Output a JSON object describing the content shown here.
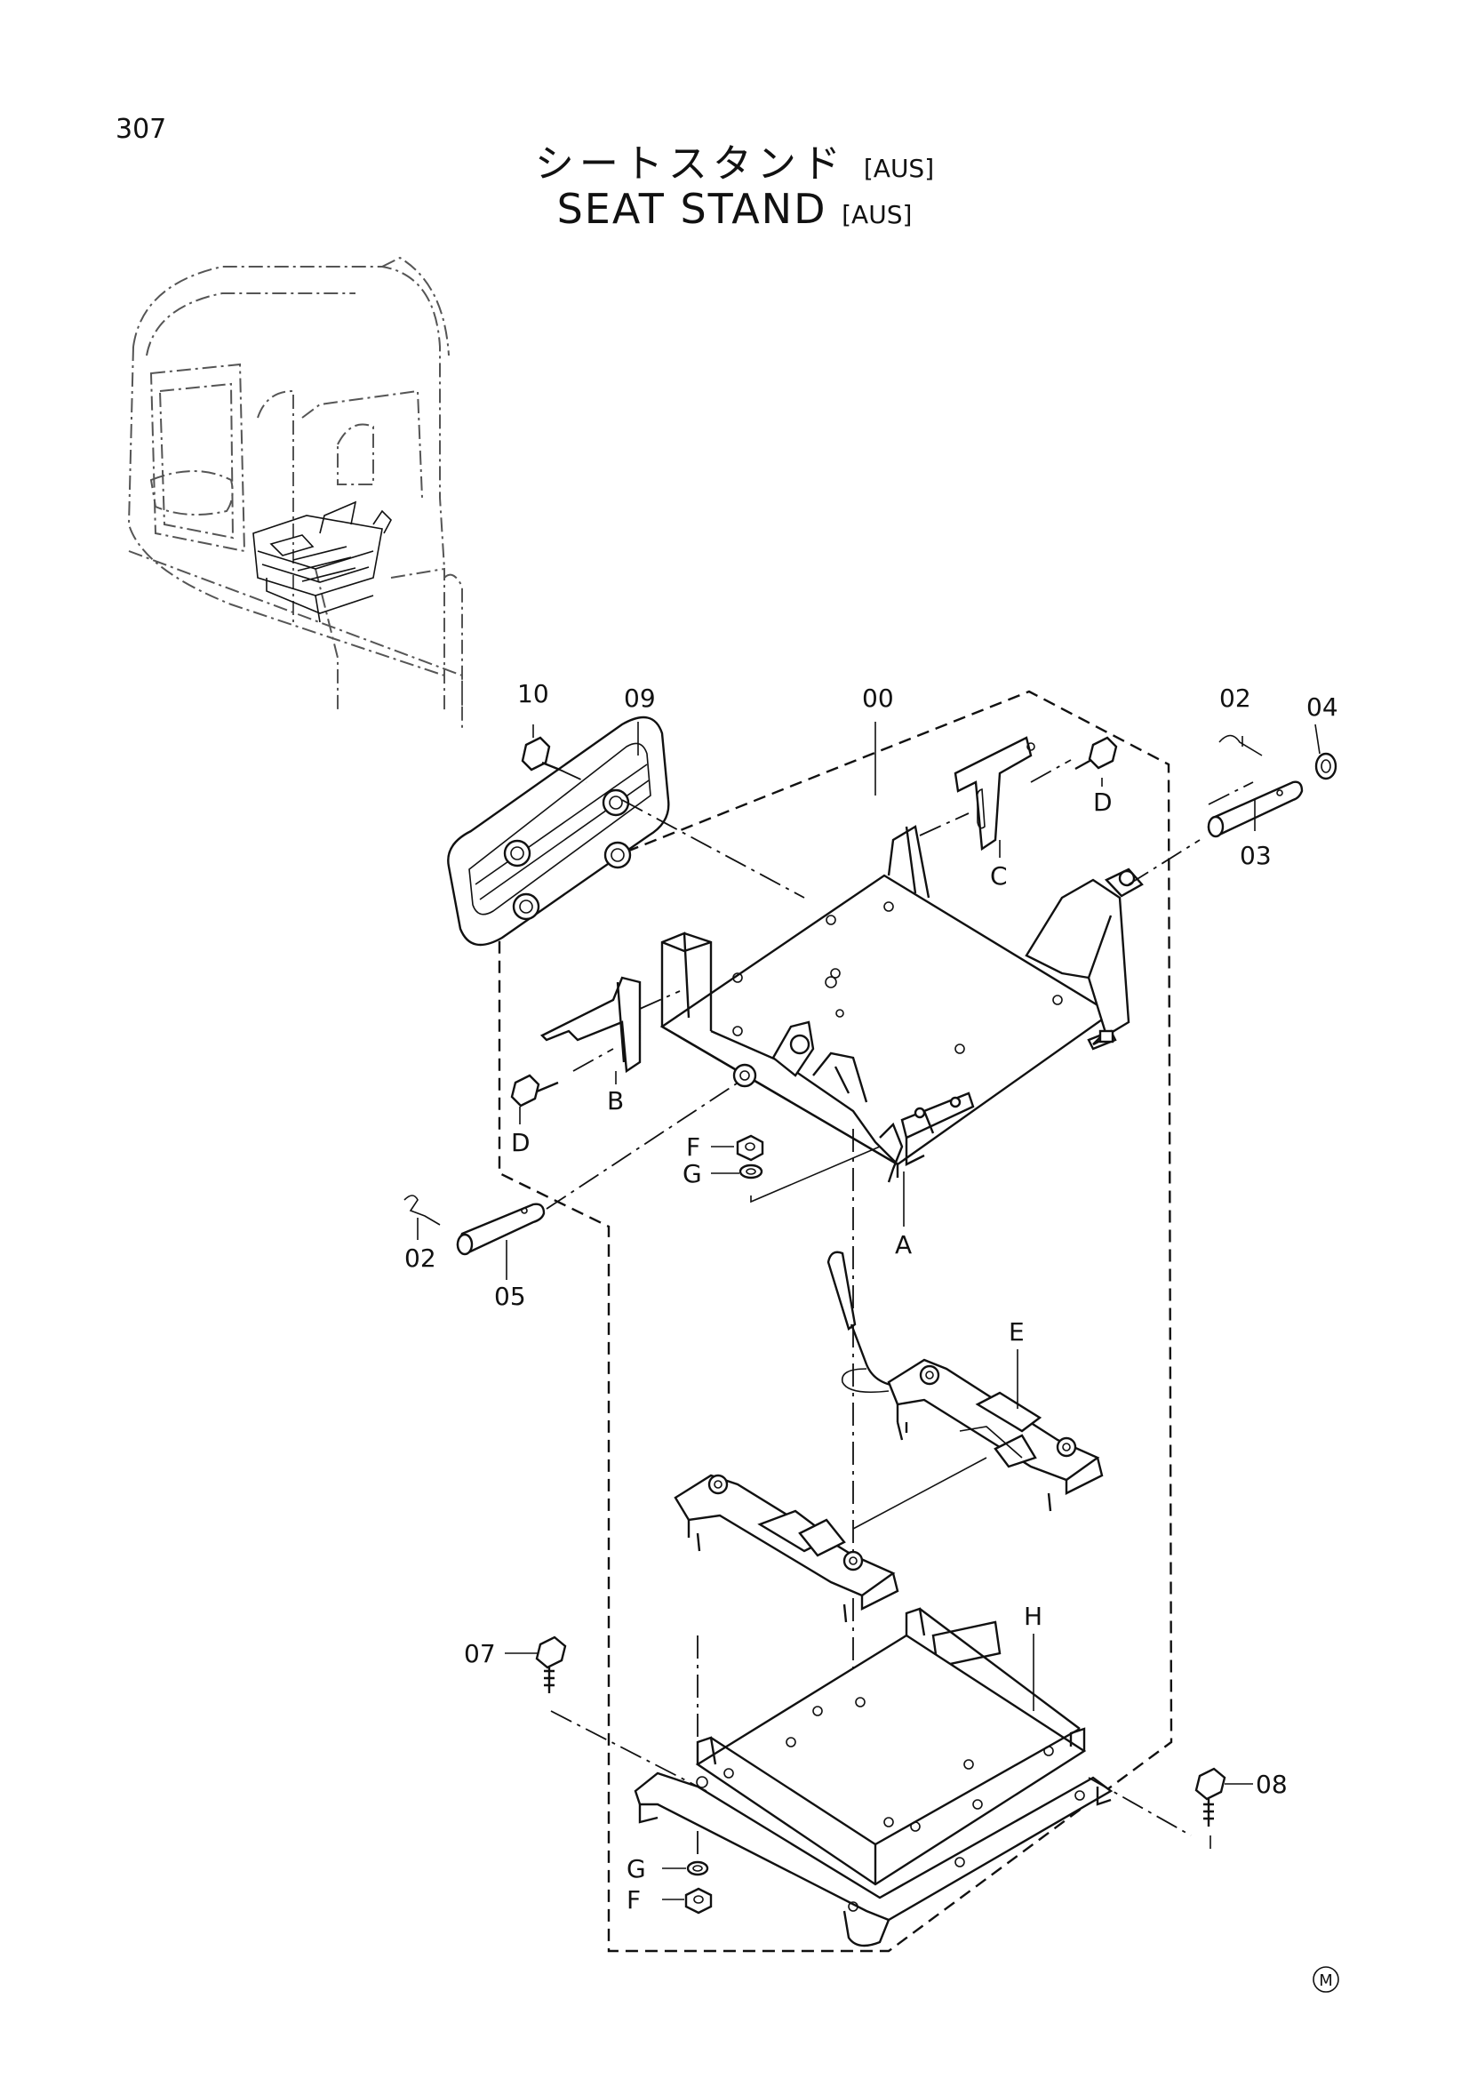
{
  "page": {
    "number": "307",
    "title_jp": "シートスタンド",
    "title_en": "SEAT  STAND",
    "variant_tag": "[AUS]",
    "corner_mark": "M"
  },
  "diagram": {
    "part_labels": [
      {
        "id": "p10",
        "text": "10"
      },
      {
        "id": "p09",
        "text": "09"
      },
      {
        "id": "p00",
        "text": "00"
      },
      {
        "id": "p02a",
        "text": "02"
      },
      {
        "id": "p04",
        "text": "04"
      },
      {
        "id": "p03",
        "text": "03"
      },
      {
        "id": "pDa",
        "text": "D"
      },
      {
        "id": "pC",
        "text": "C"
      },
      {
        "id": "pB",
        "text": "B"
      },
      {
        "id": "pDb",
        "text": "D"
      },
      {
        "id": "pF1",
        "text": "F"
      },
      {
        "id": "pG1",
        "text": "G"
      },
      {
        "id": "pA",
        "text": "A"
      },
      {
        "id": "p02b",
        "text": "02"
      },
      {
        "id": "p05",
        "text": "05"
      },
      {
        "id": "pE",
        "text": "E"
      },
      {
        "id": "pH",
        "text": "H"
      },
      {
        "id": "p07",
        "text": "07"
      },
      {
        "id": "p08",
        "text": "08"
      },
      {
        "id": "pG2",
        "text": "G"
      },
      {
        "id": "pF2",
        "text": "F"
      }
    ]
  }
}
